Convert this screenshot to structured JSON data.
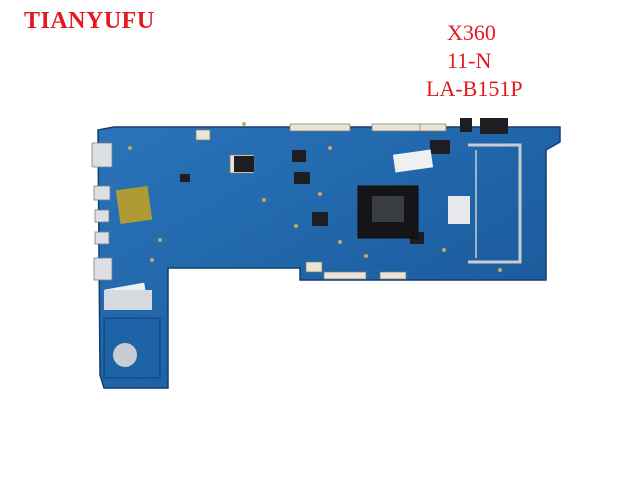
{
  "brand": "TIANYUFU",
  "model_lines": [
    "X360",
    "11-N",
    "LA-B151P"
  ],
  "colors": {
    "label_red": "#e3191f",
    "pcb_blue": "#1f63a6",
    "pcb_dark": "#173f73",
    "background": "#ffffff"
  }
}
